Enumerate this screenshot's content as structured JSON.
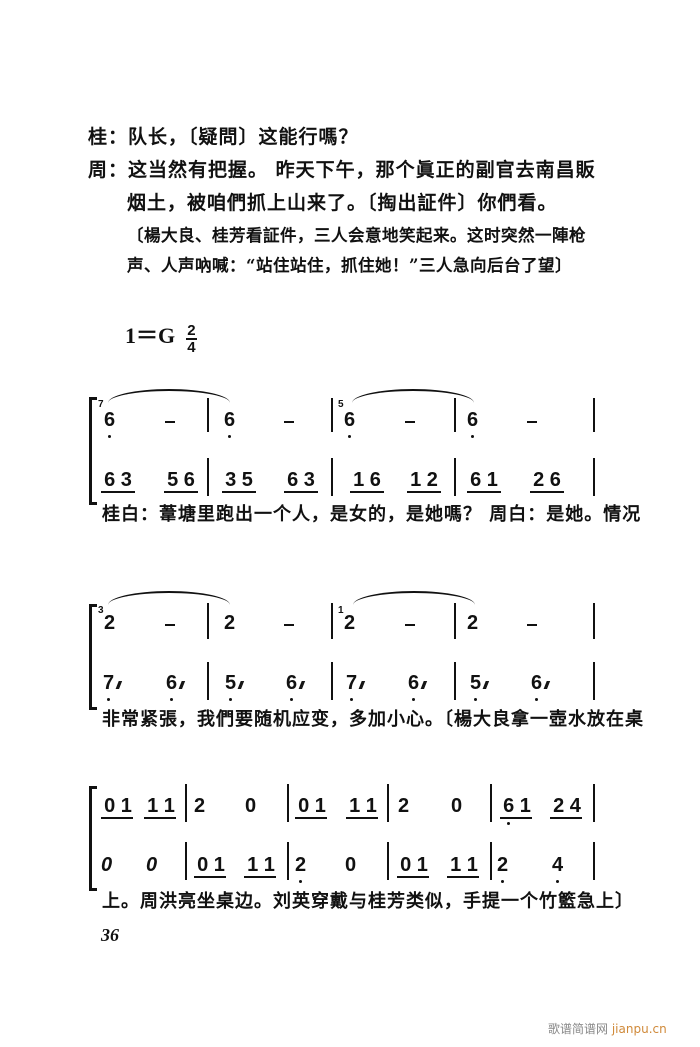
{
  "dialogue": [
    {
      "speaker": "桂：",
      "text": "队长，〔疑問〕这能行嗎？"
    },
    {
      "speaker": "周：",
      "text": "这当然有把握。 昨天下午，那个眞正的副官去南昌販"
    },
    {
      "speaker": "",
      "text": "烟土，被咱們抓上山来了。〔掏出証件〕你們看。"
    }
  ],
  "stage_direction": [
    "〔楊大良、桂芳看証件，三人会意地笑起来。这时突然一陣枪",
    "声、人声吶喊：“站住站住，抓住她！”三人急向后台了望〕"
  ],
  "key_signature": {
    "key": "1＝G",
    "time_num": "2",
    "time_den": "4"
  },
  "systems": [
    {
      "upper": {
        "grace_notes": [
          "7",
          "5"
        ],
        "notes": [
          "6",
          "–",
          "6",
          "–",
          "6",
          "–",
          "6",
          "–"
        ]
      },
      "lower": {
        "notes": [
          "6 3",
          "5 6",
          "3 5",
          "6 3",
          "1 6",
          "1 2",
          "6 1",
          "2 6"
        ]
      },
      "lyric": "桂白：葦塘里跑出一个人，是女的，是她嗎？ 周白：是她。情况"
    },
    {
      "upper": {
        "grace_notes": [
          "3",
          "1"
        ],
        "notes": [
          "2",
          "–",
          "2",
          "–",
          "2",
          "–",
          "2",
          "–"
        ]
      },
      "lower": {
        "notes": [
          "7",
          "6",
          "5",
          "6",
          "7",
          "6",
          "5",
          "6"
        ],
        "tremolo": "///"
      },
      "lyric": "非常紧張，我們要随机应变，多加小心。〔楊大良拿一壺水放在桌"
    },
    {
      "upper": {
        "notes": [
          "0 1",
          "1 1",
          "2",
          "0",
          "0 1",
          "1 1",
          "2",
          "0",
          "6 1",
          "2 4"
        ]
      },
      "lower": {
        "notes": [
          "0",
          "0",
          "0 1",
          "1 1",
          "2",
          "0",
          "0 1",
          "1 1",
          "2",
          "4"
        ]
      },
      "lyric": "上。周洪亮坐桌边。刘英穿戴与桂芳类似，手提一个竹籃急上〕"
    }
  ],
  "page_number": "36",
  "watermark": {
    "cn": "歌谱简谱网",
    "url": "jianpu.cn"
  }
}
